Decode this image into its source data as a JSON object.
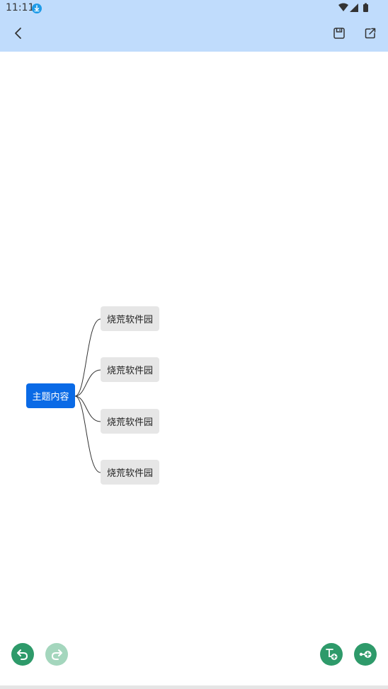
{
  "status_bar": {
    "time": "11:11",
    "icons": [
      "download-icon",
      "wifi-icon",
      "signal-icon",
      "battery-icon"
    ]
  },
  "app_bar": {
    "back_icon": "chevron-left-icon",
    "save_icon": "save-icon",
    "share_icon": "share-icon"
  },
  "mindmap": {
    "root": {
      "label": "主题内容"
    },
    "children": [
      {
        "label": "烧荒软件园"
      },
      {
        "label": "烧荒软件园"
      },
      {
        "label": "烧荒软件园"
      },
      {
        "label": "烧荒软件园"
      }
    ]
  },
  "bottom_actions": {
    "undo_icon": "undo-icon",
    "redo_icon": "redo-icon",
    "add_child_icon": "add-child-node-icon",
    "add_sibling_icon": "add-sibling-node-icon"
  },
  "colors": {
    "header_bg": "#c0dcfc",
    "root_node": "#0a6ae6",
    "child_node": "#e6e6e6",
    "fab_active": "#2e9a6a",
    "fab_disabled": "#a4d6bd"
  }
}
